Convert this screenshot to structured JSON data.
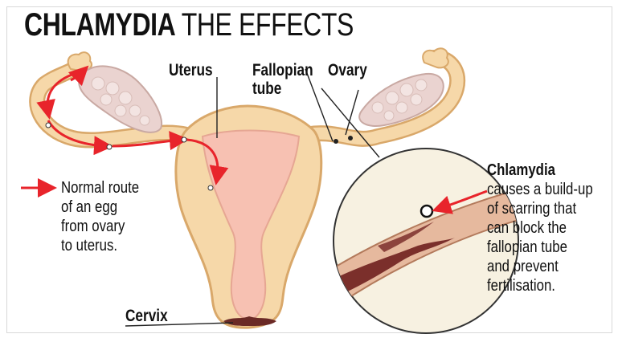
{
  "title": {
    "bold": "CHLAMYDIA",
    "light": "THE EFFECTS"
  },
  "labels": {
    "uterus": "Uterus",
    "fallopian_tube": [
      "Fallopian",
      "tube"
    ],
    "ovary": "Ovary",
    "cervix": "Cervix"
  },
  "legend": {
    "lines": [
      "Normal route",
      "of an egg",
      "from ovary",
      "to uterus."
    ]
  },
  "description": {
    "heading": "Chlamydia",
    "lines": [
      "causes a build-up",
      "of scarring that",
      "can block the",
      "fallopian tube",
      "and prevent",
      "fertilisation."
    ]
  },
  "colors": {
    "tissue_fill": "#f6d8a9",
    "tissue_stroke": "#d9a86a",
    "cavity": "#f7c1b2",
    "ovary": "#ead3d0",
    "route_arrow": "#e8242b",
    "scar": "#7b2f2b"
  }
}
